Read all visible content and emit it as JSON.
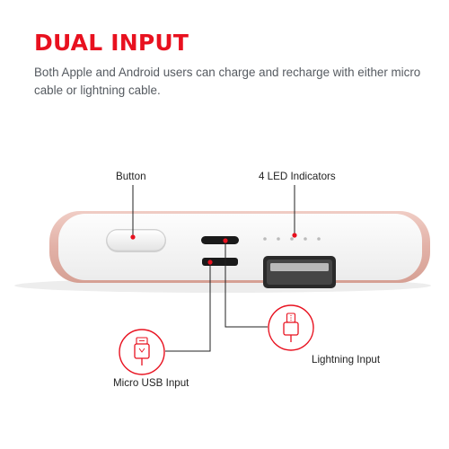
{
  "header": {
    "title": "DUAL INPUT",
    "description": "Both Apple and Android users can charge and recharge with either micro cable or lightning cable."
  },
  "callouts": {
    "button": "Button",
    "led_indicators": "4 LED Indicators",
    "micro_usb_input": "Micro USB Input",
    "lightning_input": "Lightning Input"
  },
  "icons": {
    "micro_usb_icon": "micro-usb-plug-icon",
    "lightning_icon": "lightning-plug-icon"
  },
  "colors": {
    "accent_red": "#e8111f",
    "shell_rose_gold": "#e2b4aa",
    "face_white": "#f7f7f7",
    "port_black": "#1a1a1a"
  }
}
